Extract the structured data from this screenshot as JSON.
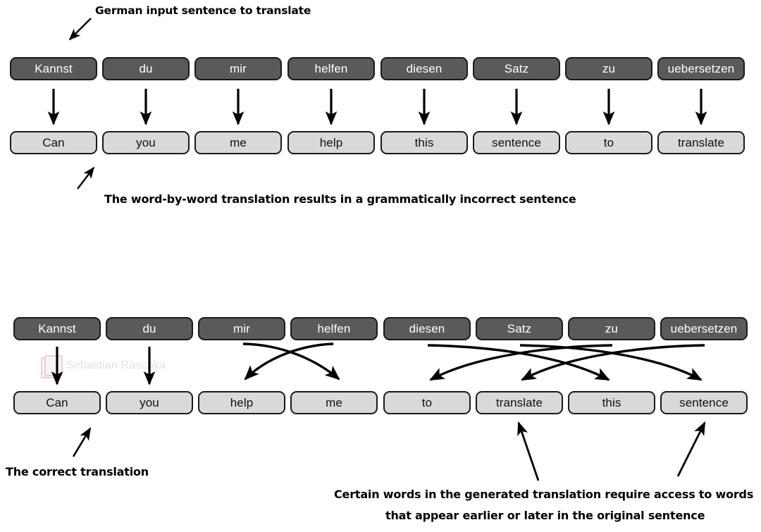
{
  "figure": {
    "title_caption": "German input sentence to translate",
    "captions": {
      "word_by_word": "The word-by-word translation results in a grammatically incorrect sentence",
      "correct": "The correct translation",
      "certain_line1": "Certain words in the generated translation require access to words",
      "certain_line2": "that appear earlier or later in the original sentence"
    },
    "watermark": "Sebastian Raschka",
    "colors": {
      "source_box_fill": "#5a5a5a",
      "source_box_text": "#ffffff",
      "target_box_fill": "#d9d9d9",
      "target_box_text": "#111111",
      "box_border": "#1a1a1a",
      "arrow": "#000000",
      "background": "#ffffff",
      "watermark_text": "#c9c9c9"
    }
  },
  "panel_top": {
    "label": "word-by-word translation",
    "source_row": [
      {
        "text": "Kannst"
      },
      {
        "text": "du"
      },
      {
        "text": "mir"
      },
      {
        "text": "helfen"
      },
      {
        "text": "diesen"
      },
      {
        "text": "Satz"
      },
      {
        "text": "zu"
      },
      {
        "text": "uebersetzen"
      }
    ],
    "target_row": [
      {
        "text": "Can"
      },
      {
        "text": "you"
      },
      {
        "text": "me"
      },
      {
        "text": "help"
      },
      {
        "text": "this"
      },
      {
        "text": "sentence"
      },
      {
        "text": "to"
      },
      {
        "text": "translate"
      }
    ],
    "alignments": [
      {
        "from": 0,
        "to": 0
      },
      {
        "from": 1,
        "to": 1
      },
      {
        "from": 2,
        "to": 2
      },
      {
        "from": 3,
        "to": 3
      },
      {
        "from": 4,
        "to": 4
      },
      {
        "from": 5,
        "to": 5
      },
      {
        "from": 6,
        "to": 6
      },
      {
        "from": 7,
        "to": 7
      }
    ]
  },
  "panel_bottom": {
    "label": "correct translation",
    "source_row": [
      {
        "text": "Kannst"
      },
      {
        "text": "du"
      },
      {
        "text": "mir"
      },
      {
        "text": "helfen"
      },
      {
        "text": "diesen"
      },
      {
        "text": "Satz"
      },
      {
        "text": "zu"
      },
      {
        "text": "uebersetzen"
      }
    ],
    "target_row": [
      {
        "text": "Can"
      },
      {
        "text": "you"
      },
      {
        "text": "help"
      },
      {
        "text": "me"
      },
      {
        "text": "to"
      },
      {
        "text": "translate"
      },
      {
        "text": "this"
      },
      {
        "text": "sentence"
      }
    ],
    "alignments": [
      {
        "from": 0,
        "to": 0
      },
      {
        "from": 1,
        "to": 1
      },
      {
        "from": 2,
        "to": 3
      },
      {
        "from": 3,
        "to": 2
      },
      {
        "from": 4,
        "to": 6
      },
      {
        "from": 5,
        "to": 7
      },
      {
        "from": 6,
        "to": 4
      },
      {
        "from": 7,
        "to": 5
      }
    ]
  }
}
